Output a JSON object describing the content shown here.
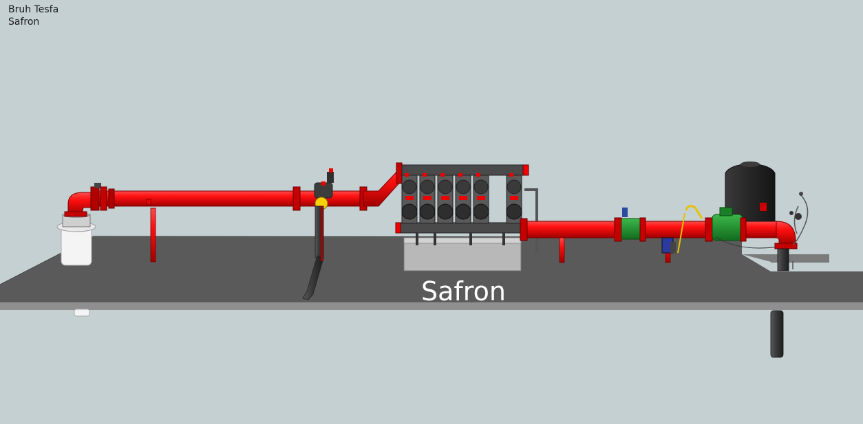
{
  "header": {
    "author": "Bruh Tesfa",
    "project": "Safron"
  },
  "scene": {
    "floor_label": "Safron"
  },
  "colors": {
    "background": "#c5d0d3",
    "floor": "#5a5a5a",
    "pipe_red": "#e60000",
    "pipe_dark": "#3a3a3a",
    "valve_green": "#1f8a2e",
    "tank": "#262626"
  },
  "icons": [
    "foot-valve-icon",
    "air-valve-icon",
    "filter-battery-icon",
    "water-meter-icon",
    "fertilizer-tank-icon",
    "control-valve-icon"
  ]
}
